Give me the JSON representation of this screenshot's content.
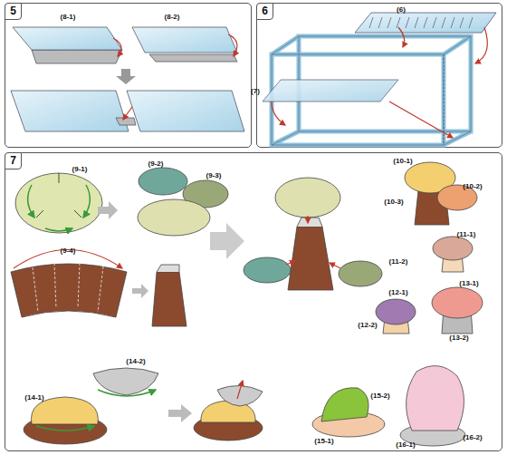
{
  "diagram": {
    "nodes": [
      {
        "text": [
          "5"
        ]
      },
      {
        "text": [
          "6"
        ]
      },
      {
        "text": [
          "7"
        ]
      }
    ],
    "labels": [
      "(8-1)",
      "(8-2)",
      "(6)",
      "(7)",
      "(9-1)",
      "(9-2)",
      "(9-3)",
      "(9-4)",
      "(10-1)",
      "(10-2)",
      "(10-3)",
      "(11-1)",
      "(11-2)",
      "(12-1)",
      "(12-2)",
      "(13-1)",
      "(13-2)",
      "(14-1)",
      "(14-2)",
      "(15-1)",
      "(15-2)",
      "(16-1)",
      "(16-2)"
    ]
  }
}
